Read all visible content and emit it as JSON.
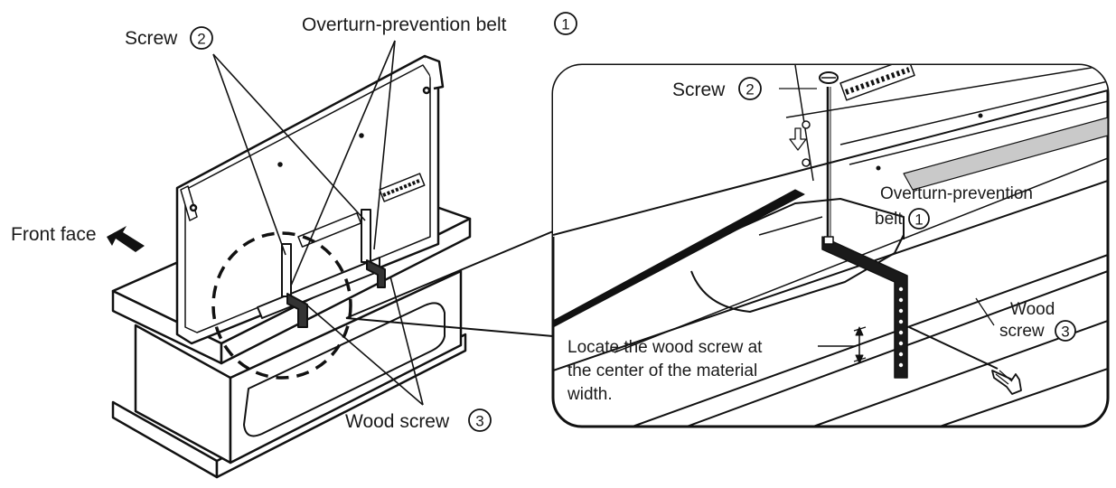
{
  "labels": {
    "screw_left": "Screw",
    "screw_left_num": "2",
    "belt_top": "Overturn-prevention belt",
    "belt_top_num": "1",
    "front_face": "Front face",
    "wood_screw_bottom": "Wood screw",
    "wood_screw_bottom_num": "3"
  },
  "detail": {
    "screw": "Screw",
    "screw_num": "2",
    "belt_line1": "Overturn-prevention",
    "belt_line2": "belt",
    "belt_num": "1",
    "wood_line1": "Wood",
    "wood_line2": "screw",
    "wood_num": "3",
    "note_line1": "Locate the wood screw at",
    "note_line2": "the center of the material",
    "note_line3": "width."
  }
}
